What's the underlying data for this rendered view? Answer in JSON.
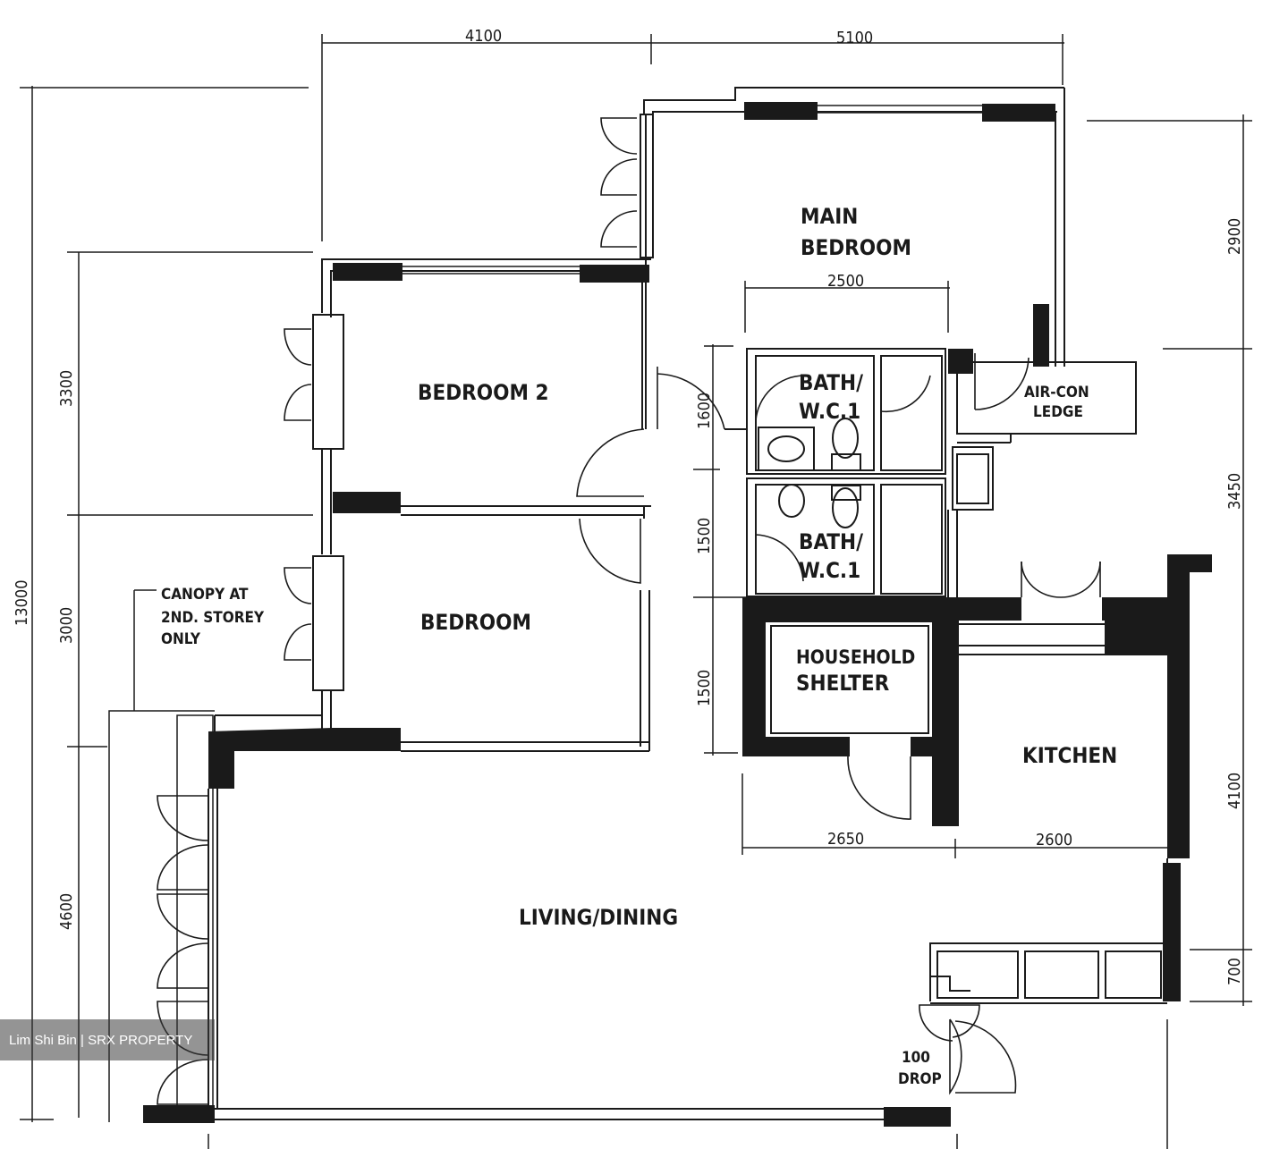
{
  "rooms": {
    "main_bedroom_1": "MAIN",
    "main_bedroom_2": "BEDROOM",
    "bedroom2": "BEDROOM 2",
    "bedroom3": "BEDROOM",
    "bath1_1": "BATH/",
    "bath1_2": "W.C.1",
    "bath2_1": "BATH/",
    "bath2_2": "W.C.1",
    "shelter_1": "HOUSEHOLD",
    "shelter_2": "SHELTER",
    "kitchen": "KITCHEN",
    "living": "LIVING/DINING"
  },
  "notes": {
    "aircon_1": "AIR-CON",
    "aircon_2": "LEDGE",
    "canopy_1": "CANOPY AT",
    "canopy_2": "2ND. STOREY",
    "canopy_3": "ONLY",
    "drop_1": "100",
    "drop_2": "DROP"
  },
  "dimensions": {
    "top_left": "4100",
    "top_right": "5100",
    "mid_bath": "2500",
    "total_left": "13000",
    "left_1": "3300",
    "left_2": "3000",
    "left_3": "4600",
    "right_1": "2900",
    "right_2": "3450",
    "right_3": "4100",
    "right_4": "700",
    "center_1": "1600",
    "center_2": "1500",
    "center_3": "1500",
    "bottom_shelter": "2650",
    "bottom_kitchen": "2600"
  },
  "watermark": "Lim Shi Bin | SRX PROPERTY"
}
